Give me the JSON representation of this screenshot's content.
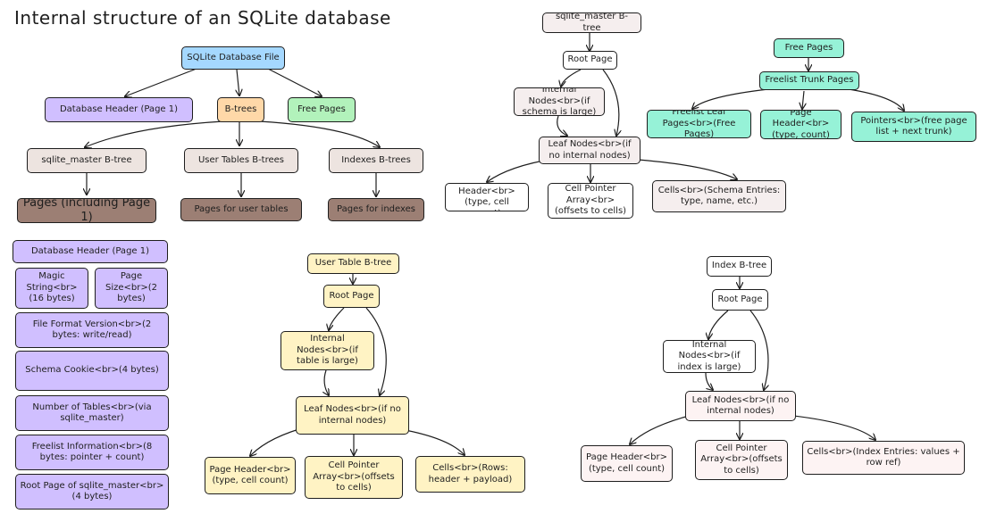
{
  "title": "Internal structure of an SQLite database",
  "overview": {
    "file": "SQLite Database File",
    "header": "Database Header (Page 1)",
    "btrees": "B-trees",
    "free": "Free Pages",
    "master": "sqlite_master B-tree",
    "user": "User Tables B-trees",
    "indexes": "Indexes B-trees",
    "pages_master": "Pages (including Page 1)",
    "pages_user": "Pages for user tables",
    "pages_index": "Pages for indexes"
  },
  "master_tree": {
    "title": "sqlite_master B-tree",
    "root": "Root Page",
    "internal": "Internal Nodes<br>(if schema is large)",
    "leaf": "Leaf Nodes<br>(if no internal nodes)",
    "page_header": "Page Header<br>(type, cell count)",
    "cell_pointer": "Cell Pointer Array<br>(offsets to cells)",
    "cells": "Cells<br>(Schema Entries: type, name, etc.)"
  },
  "free_pages": {
    "title": "Free Pages",
    "trunk": "Freelist Trunk Pages",
    "leaf": "Freelist Leaf Pages<br>(Free Pages)",
    "header": "Page Header<br>(type, count)",
    "pointers": "Pointers<br>(free page list + next trunk)"
  },
  "db_header": {
    "title": "Database Header (Page 1)",
    "magic": "Magic String<br>(16 bytes)",
    "page_size": "Page Size<br>(2 bytes)",
    "file_format": "File Format Version<br>(2 bytes: write/read)",
    "schema_cookie": "Schema Cookie<br>(4 bytes)",
    "num_tables": "Number of Tables<br>(via sqlite_master)",
    "freelist": "Freelist Information<br>(8 bytes: pointer + count)",
    "root_page": "Root Page of sqlite_master<br>(4 bytes)"
  },
  "user_tree": {
    "title": "User Table B-tree",
    "root": "Root Page",
    "internal": "Internal Nodes<br>(if table is large)",
    "leaf": "Leaf Nodes<br>(if no internal nodes)",
    "page_header": "Page Header<br>(type, cell count)",
    "cell_pointer": "Cell Pointer Array<br>(offsets to cells)",
    "cells": "Cells<br>(Rows: header + payload)"
  },
  "index_tree": {
    "title": "Index B-tree",
    "root": "Root Page",
    "internal": "Internal Nodes<br>(if index is large)",
    "leaf": "Leaf Nodes<br>(if no internal nodes)",
    "page_header": "Page Header<br>(type, cell count)",
    "cell_pointer": "Cell Pointer Array<br>(offsets to cells)",
    "cells": "Cells<br>(Index Entries: values + row ref)"
  }
}
